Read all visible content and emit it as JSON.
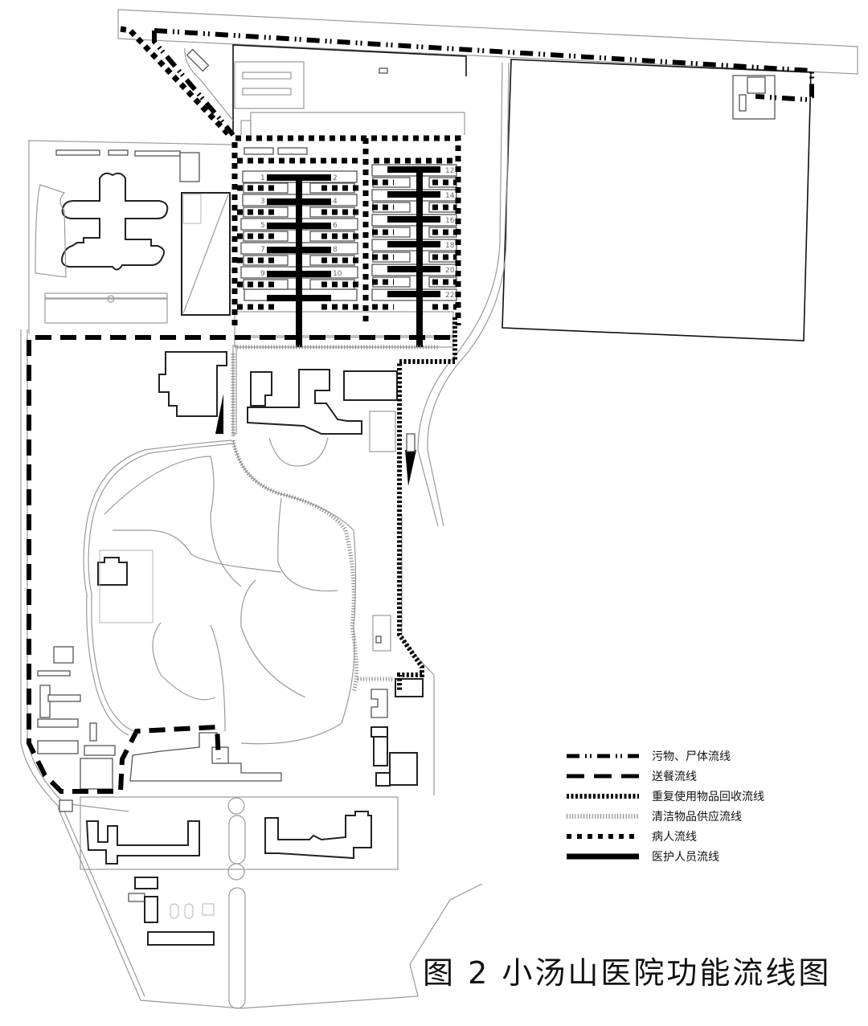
{
  "figure": {
    "caption": "图 2  小汤山医院功能流线图",
    "figure_number": "2",
    "title": "小汤山医院功能流线图"
  },
  "legend": {
    "items": [
      {
        "id": "waste",
        "label": "污物、尸体流线",
        "style": "dash-dot (long dash + short ticks)",
        "color": "#000000"
      },
      {
        "id": "meal",
        "label": "送餐流线",
        "style": "long dash",
        "color": "#000000"
      },
      {
        "id": "recycle",
        "label": "重复使用物品回收流线",
        "style": "dense hatched dash",
        "color": "#000000"
      },
      {
        "id": "clean",
        "label": "清洁物品供应流线",
        "style": "fine light hatch",
        "color": "#8c8c8c"
      },
      {
        "id": "patient",
        "label": "病人流线",
        "style": "square dots",
        "color": "#000000"
      },
      {
        "id": "staff",
        "label": "医护人员流线",
        "style": "solid thick",
        "color": "#000000"
      }
    ]
  },
  "map": {
    "ward_numbers_left": [
      "1",
      "2",
      "3",
      "4",
      "5",
      "6",
      "7",
      "8",
      "9",
      "10"
    ],
    "ward_numbers_right": [
      "12",
      "14",
      "16",
      "18",
      "20",
      "22"
    ],
    "line_color": "#000000",
    "background": "#ffffff"
  }
}
